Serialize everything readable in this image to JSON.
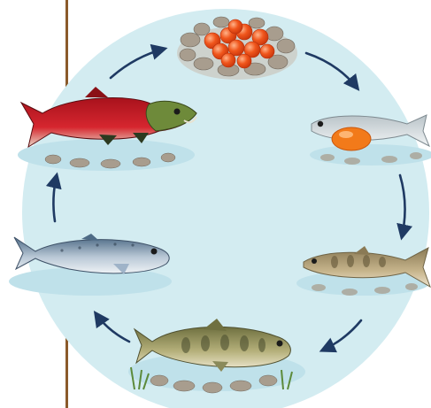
{
  "diagram": {
    "type": "life-cycle",
    "stages": [
      {
        "name": "eggs-stage"
      },
      {
        "name": "alevin-stage"
      },
      {
        "name": "fry-stage"
      },
      {
        "name": "parr-stage"
      },
      {
        "name": "smolt-ocean-adult-stage"
      },
      {
        "name": "spawning-adult-stage"
      }
    ],
    "arrow_direction": "clockwise",
    "colors": {
      "circle": "#d3ecf1",
      "arrow": "#1f3a63",
      "rod": "#8b5a2b",
      "egg": "#f0561c",
      "spawner_body": "#c8202a",
      "spawner_head": "#6e8a3a",
      "smolt_body": "#9fb3c8",
      "parr_body": "#9a9a5a",
      "fry_body": "#b8a47a",
      "alevin_body": "#d9dfe2",
      "yolk": "#f27a1a",
      "water": "#bfe1ea",
      "pebble": "#a89d8e"
    }
  }
}
